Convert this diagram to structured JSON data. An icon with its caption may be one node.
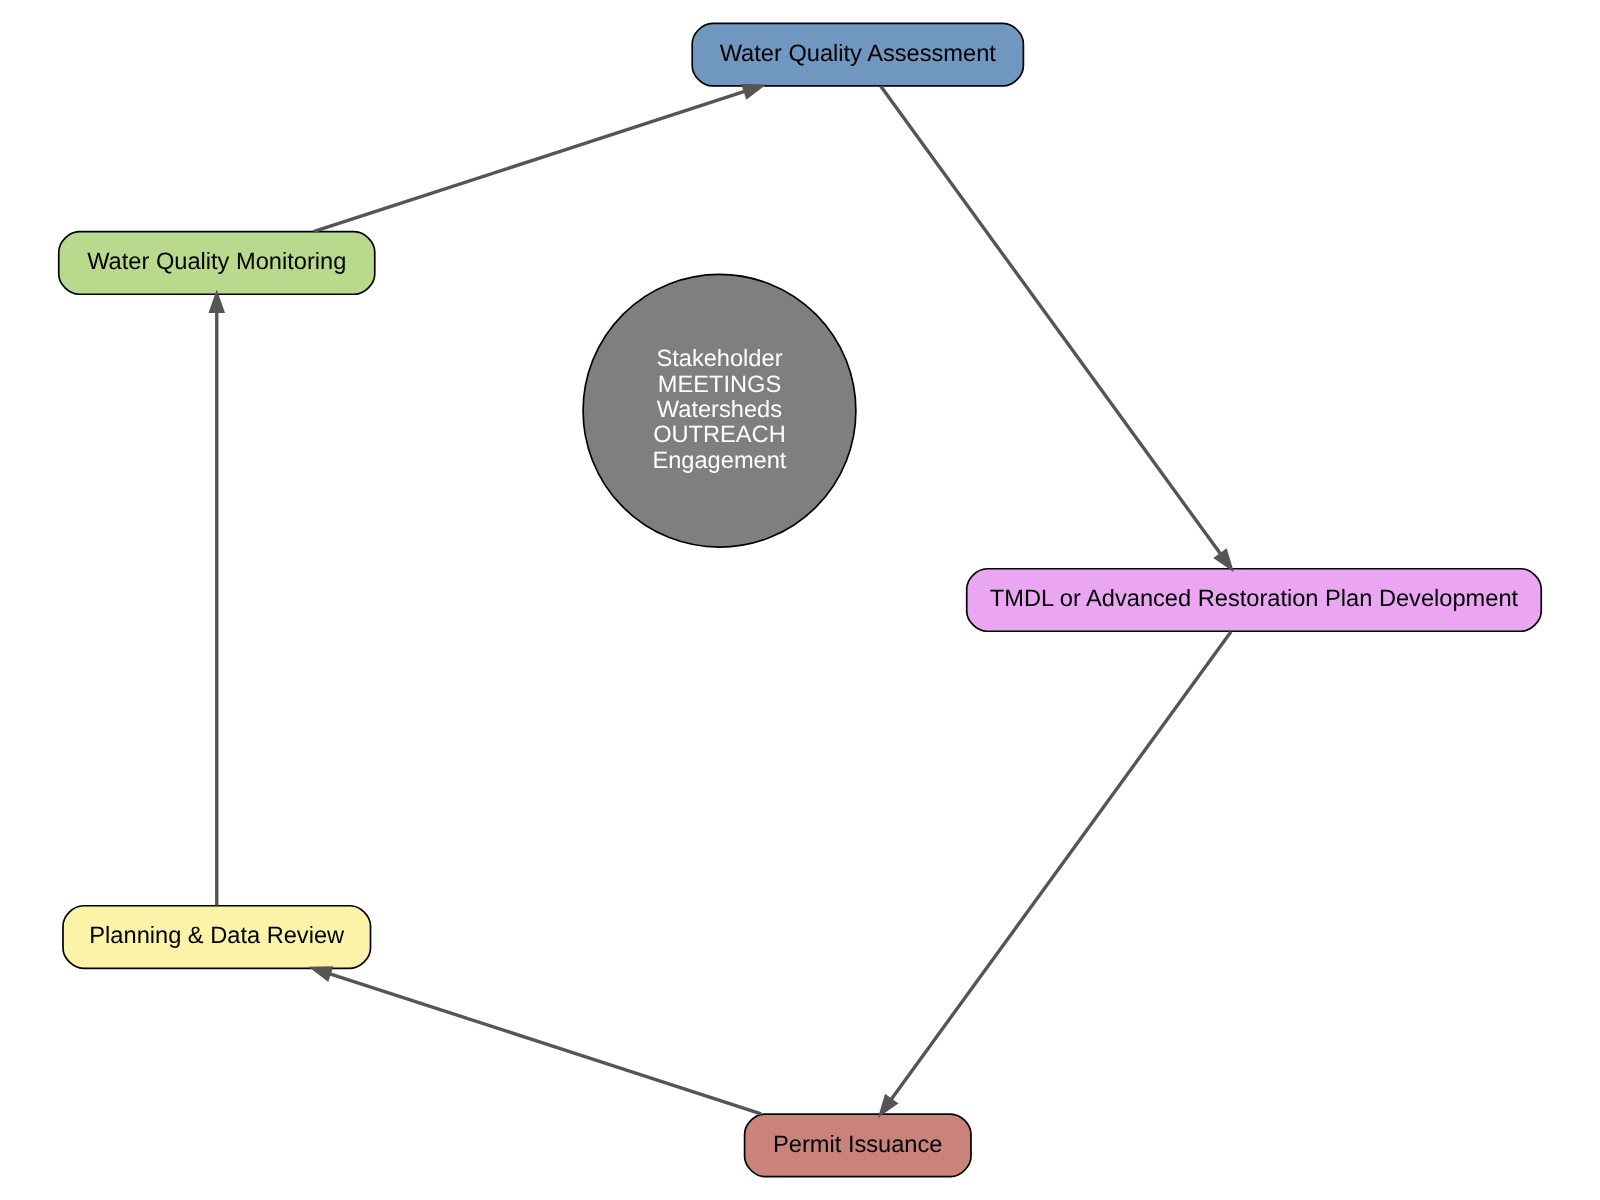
{
  "diagram": {
    "nodes": [
      {
        "text": [
          "Permit Issuance"
        ]
      },
      {
        "text": [
          "Planning & Data Review"
        ]
      },
      {
        "text": [
          "Stakeholder",
          "MEETINGS",
          "Watersheds",
          "OUTREACH",
          "Engagement"
        ]
      },
      {
        "text": [
          "TMDL or Advanced Restoration Plan Development"
        ]
      },
      {
        "text": [
          "Water Quality Monitoring"
        ]
      },
      {
        "text": [
          "Water Quality Assessment"
        ]
      }
    ],
    "edges": [
      {
        "from": 0,
        "to": 1,
        "arrow": "to"
      },
      {
        "from": 1,
        "to": 4,
        "arrow": "to"
      },
      {
        "from": 4,
        "to": 5,
        "arrow": "to"
      },
      {
        "from": 5,
        "to": 3,
        "arrow": "to"
      },
      {
        "from": 3,
        "to": 0,
        "arrow": "to"
      }
    ]
  }
}
